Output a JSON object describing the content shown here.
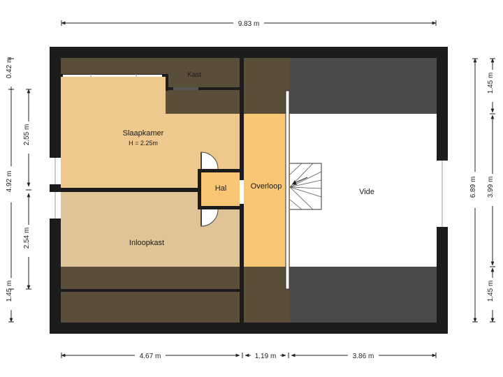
{
  "rooms": {
    "slaapkamer": "Slaapkamer",
    "slaapkamer_height": "H = 2.25m",
    "kast": "Kast",
    "hal": "Hal",
    "overloop": "Overloop",
    "vide": "Vide",
    "inloopkast": "Inloopkast"
  },
  "dimensions": {
    "top_total": "9.83 m",
    "bottom_left": "4.67 m",
    "bottom_mid": "1.19 m",
    "bottom_right": "3.86 m",
    "left_outer": "4.92 m",
    "left_top": "0.42 m",
    "left_upper": "2.55 m",
    "left_lower": "2.54 m",
    "left_bottom": "1.45 m",
    "right_outer": "6.89 m",
    "right_top": "1.45 m",
    "right_mid": "3.99 m",
    "right_bottom": "1.45 m"
  },
  "colors": {
    "wall": "#1c1c1c",
    "slaapkamer_fill": "#eec88c",
    "inloopkast_fill": "#dec497",
    "overloop_fill": "#f9c676",
    "hal_fill": "#f9c676",
    "low_roof_dark": "#4a4a4a",
    "low_roof_brown": "#5a4d3a",
    "vide_fill": "#ffffff"
  }
}
